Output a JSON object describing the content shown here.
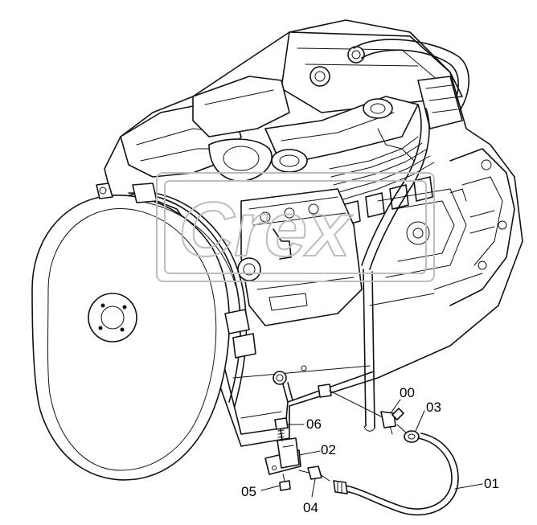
{
  "labels": {
    "p00": "00",
    "p01": "01",
    "p02": "02",
    "p03": "03",
    "p04": "04",
    "p05": "05",
    "p06": "06"
  },
  "watermark": "Crex"
}
